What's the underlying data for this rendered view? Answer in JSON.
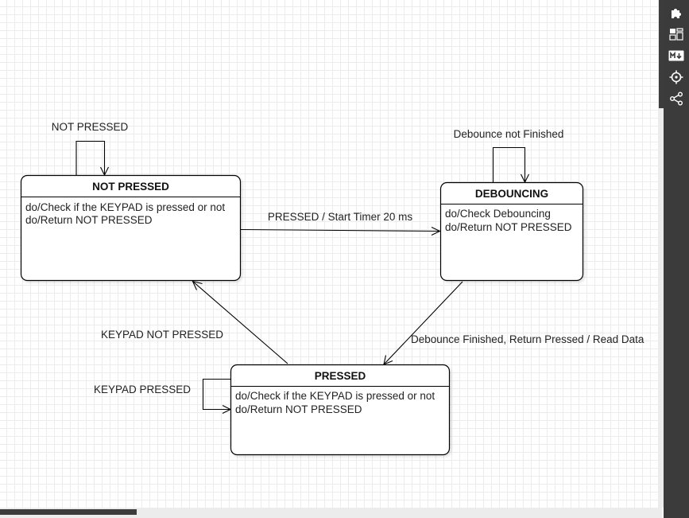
{
  "states": {
    "not_pressed": {
      "title": "NOT PRESSED",
      "lines": [
        "do/Check if the KEYPAD is pressed or not",
        "do/Return NOT PRESSED"
      ]
    },
    "debouncing": {
      "title": "DEBOUNCING",
      "lines": [
        "do/Check Debouncing",
        "do/Return NOT PRESSED"
      ]
    },
    "pressed": {
      "title": "PRESSED",
      "lines": [
        "do/Check if the KEYPAD is pressed or not",
        "do/Return NOT PRESSED"
      ]
    }
  },
  "transitions": {
    "self_not_pressed": "NOT PRESSED",
    "self_debouncing": "Debounce not Finished",
    "not_pressed_to_debouncing": "PRESSED / Start Timer 20 ms",
    "debouncing_to_pressed": "Debounce Finished, Return Pressed / Read Data",
    "pressed_to_not_pressed": "KEYPAD NOT PRESSED",
    "self_pressed": "KEYPAD PRESSED"
  },
  "sidebar": {
    "icons": [
      "puzzle-icon",
      "layout-icon",
      "markdown-icon",
      "target-icon",
      "share-icon"
    ]
  },
  "colors": {
    "sidebar_bg": "#3b3b3b",
    "grid": "#ececec",
    "stroke": "#000000"
  }
}
